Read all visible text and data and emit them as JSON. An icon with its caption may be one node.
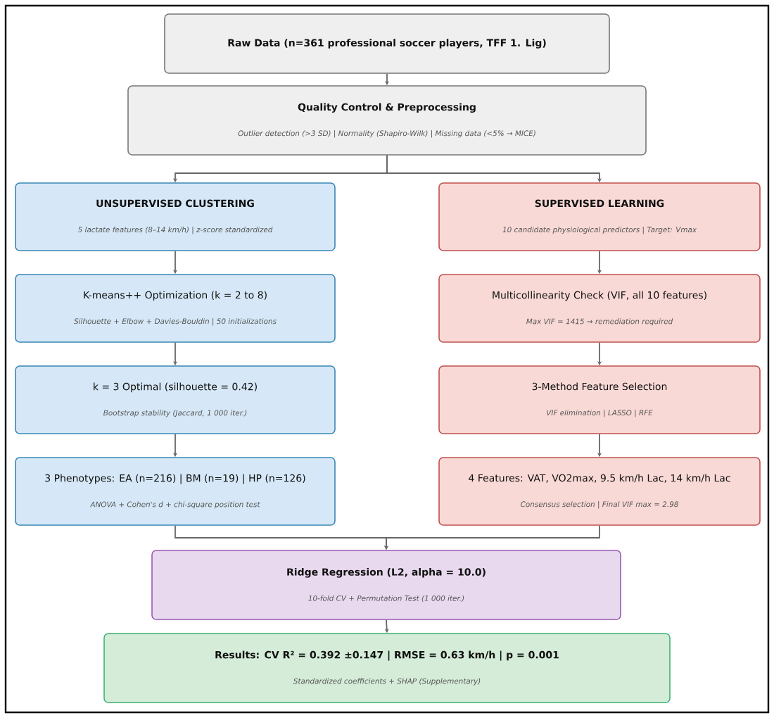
{
  "diagram": {
    "nodes": [
      {
        "text": [
          "Raw Data  (n=361 professional soccer players, TFF 1. Lig)"
        ]
      },
      {
        "text": [
          "Quality Control & Preprocessing",
          "Outlier detection (>3 SD)  |  Normality (Shapiro-Wilk)  |  Missing data (<5% → MICE)"
        ]
      },
      {
        "text": [
          "UNSUPERVISED CLUSTERING",
          "5 lactate features (8–14 km/h)  |  z-score standardized"
        ]
      },
      {
        "text": [
          "K-means++ Optimization  (k = 2 to 8)",
          "Silhouette + Elbow + Davies-Bouldin  |  50 initializations"
        ]
      },
      {
        "text": [
          "k = 3 Optimal  (silhouette = 0.42)",
          "Bootstrap stability (Jaccard, 1 000 iter.)"
        ]
      },
      {
        "text": [
          "3 Phenotypes: EA (n=216) | BM (n=19) | HP (n=126)",
          "ANOVA  +  Cohen's d  +  chi-square position test"
        ]
      },
      {
        "text": [
          "SUPERVISED LEARNING",
          "10 candidate physiological predictors  |  Target: Vmax"
        ]
      },
      {
        "text": [
          "Multicollinearity Check  (VIF, all 10 features)",
          "Max VIF = 1415  →  remediation required"
        ]
      },
      {
        "text": [
          "3-Method Feature Selection",
          "VIF elimination  |  LASSO  |  RFE"
        ]
      },
      {
        "text": [
          "4 Features: VAT, VO2max, 9.5 km/h Lac, 14 km/h Lac",
          "Consensus selection  |  Final VIF max = 2.98"
        ]
      },
      {
        "text": [
          "Ridge Regression  (L2,  alpha = 10.0)",
          "10-fold CV  +  Permutation Test (1 000 iter.)"
        ]
      },
      {
        "text": [
          "Results:  CV R² = 0.392 ±0.147  |  RMSE = 0.63 km/h  |  p = 0.001",
          "Standardized coefficients  +  SHAP (Supplementary)"
        ]
      }
    ],
    "edges": [
      {
        "from": 0,
        "to": 1,
        "arrow": "to"
      },
      {
        "from": 1,
        "to": 2,
        "arrow": "to"
      },
      {
        "from": 1,
        "to": 6,
        "arrow": "to"
      },
      {
        "from": 2,
        "to": 3,
        "arrow": "to"
      },
      {
        "from": 3,
        "to": 4,
        "arrow": "to"
      },
      {
        "from": 4,
        "to": 5,
        "arrow": "to"
      },
      {
        "from": 6,
        "to": 7,
        "arrow": "to"
      },
      {
        "from": 7,
        "to": 8,
        "arrow": "to"
      },
      {
        "from": 8,
        "to": 9,
        "arrow": "to"
      },
      {
        "from": 5,
        "to": 10,
        "arrow": "to"
      },
      {
        "from": 9,
        "to": 10,
        "arrow": "to"
      },
      {
        "from": 10,
        "to": 11,
        "arrow": "to"
      }
    ]
  }
}
